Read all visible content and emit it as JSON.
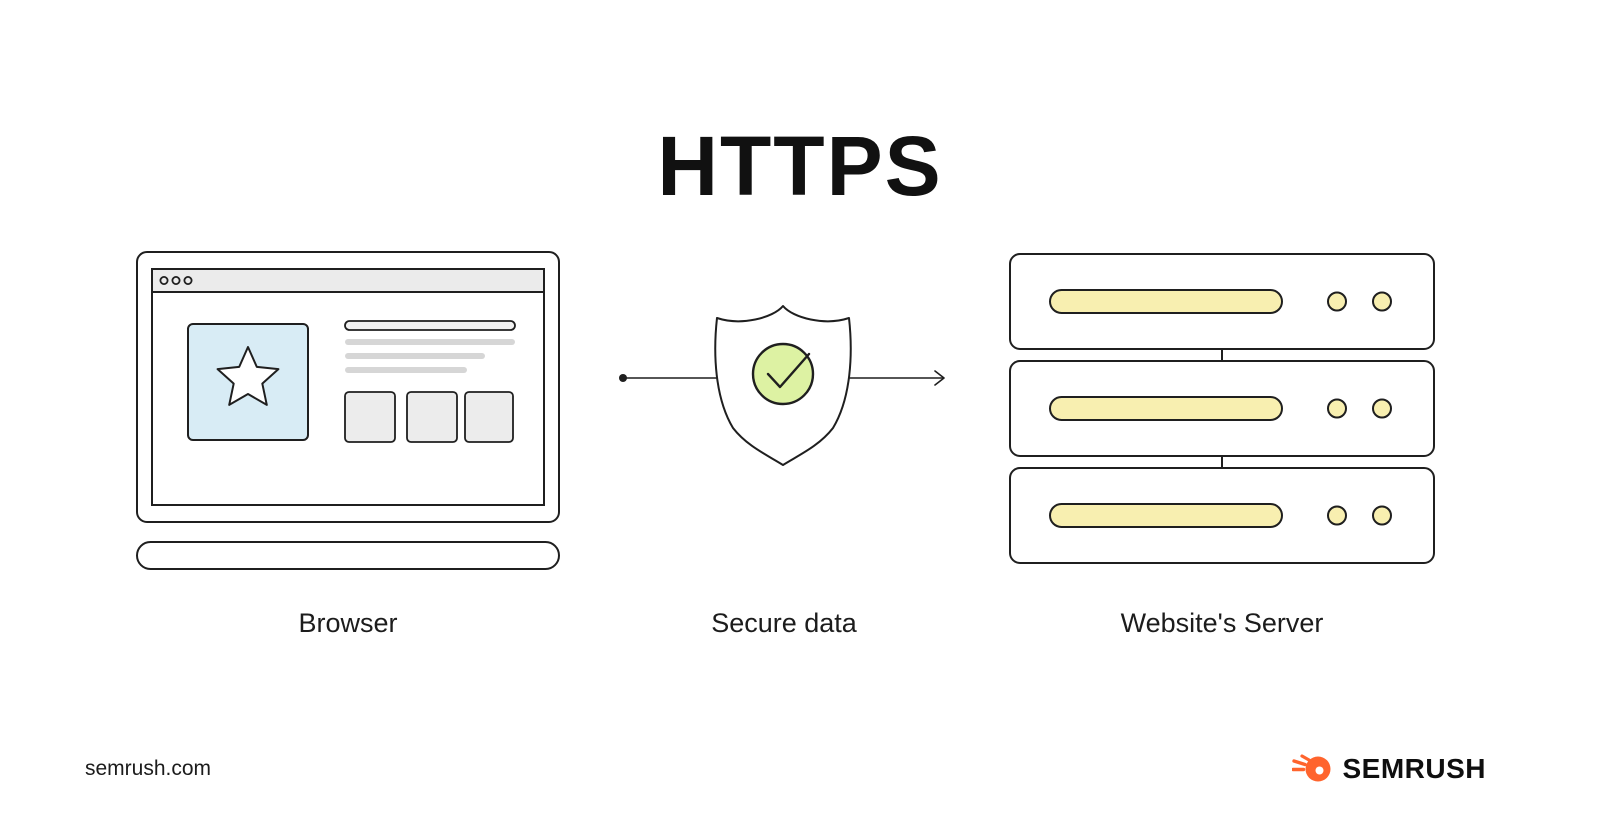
{
  "title": "HTTPS",
  "labels": {
    "browser": "Browser",
    "secure_data": "Secure data",
    "server": "Website's Server"
  },
  "footer": {
    "website": "semrush.com",
    "brand": "SEMRUSH"
  },
  "diagram": {
    "type": "flow",
    "flow": [
      "Browser",
      "Secure data",
      "Website's Server"
    ],
    "icons": [
      "browser-laptop-icon",
      "shield-check-icon",
      "server-stack-icon"
    ]
  },
  "colors": {
    "outline": "#1f1f1f",
    "background": "#ffffff",
    "light_blue": "#d8ecf5",
    "light_green": "#ddf2a3",
    "light_yellow": "#f8efb0",
    "grey_fill": "#e9e9e9",
    "grey_bar": "#d6d6d6",
    "header_grey": "#ebebeb",
    "brand_orange": "#ff642d",
    "text_dark": "#1c1c1c"
  }
}
